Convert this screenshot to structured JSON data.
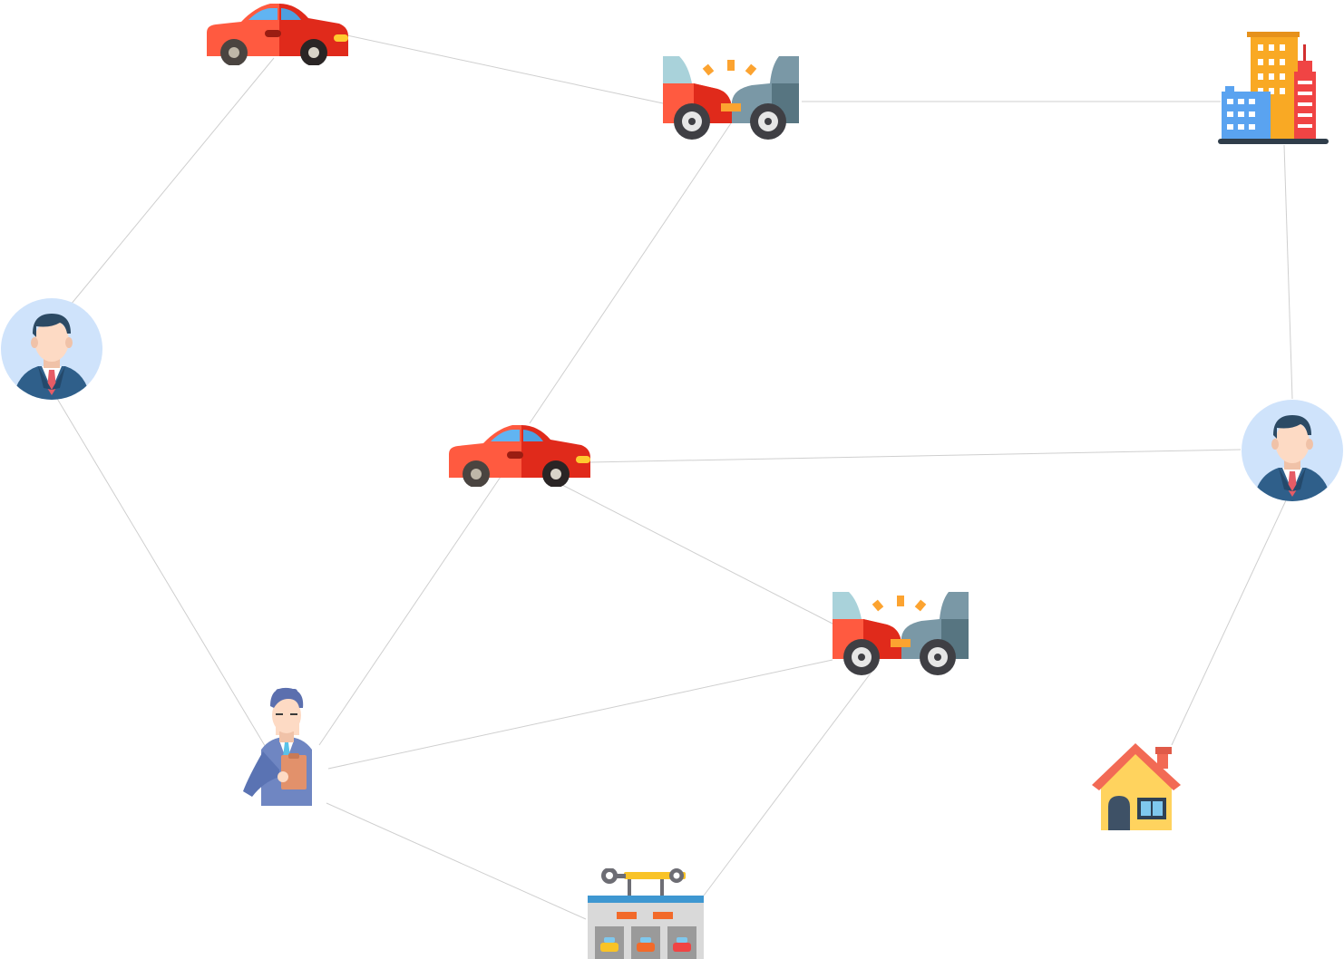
{
  "diagram": {
    "background": "#ffffff",
    "edge_color": "#cfcfcf",
    "nodes": [
      {
        "id": "car-top",
        "icon": "red-car-icon"
      },
      {
        "id": "crash-top",
        "icon": "car-crash-icon"
      },
      {
        "id": "buildings",
        "icon": "city-buildings-icon"
      },
      {
        "id": "person-left",
        "icon": "person-avatar-icon"
      },
      {
        "id": "car-middle",
        "icon": "red-car-icon"
      },
      {
        "id": "person-right",
        "icon": "person-avatar-icon"
      },
      {
        "id": "crash-bottom",
        "icon": "car-crash-icon"
      },
      {
        "id": "adjuster",
        "icon": "insurance-adjuster-icon"
      },
      {
        "id": "house",
        "icon": "house-icon"
      },
      {
        "id": "repair-shop",
        "icon": "auto-repair-shop-icon"
      }
    ],
    "edges": [
      [
        "car-top",
        "crash-top"
      ],
      [
        "car-top",
        "person-left"
      ],
      [
        "crash-top",
        "buildings"
      ],
      [
        "crash-top",
        "car-middle"
      ],
      [
        "buildings",
        "person-right"
      ],
      [
        "person-left",
        "adjuster"
      ],
      [
        "car-middle",
        "person-right"
      ],
      [
        "car-middle",
        "crash-bottom"
      ],
      [
        "car-middle",
        "adjuster"
      ],
      [
        "person-right",
        "house"
      ],
      [
        "crash-bottom",
        "adjuster"
      ],
      [
        "crash-bottom",
        "repair-shop"
      ],
      [
        "adjuster",
        "repair-shop"
      ]
    ],
    "colors": {
      "car_red": "#ff5a40",
      "car_dark_red": "#e02a1b",
      "window_blue": "#61b4f2",
      "tire_dark": "#3f3f44",
      "crash_gray": "#7a98a6",
      "crash_dark": "#577581",
      "spark_orange": "#fca330",
      "building_orange": "#f9a924",
      "building_blue": "#5aa3f0",
      "building_red": "#f04444",
      "avatar_bg": "#cfe3fb",
      "suit_blue": "#2f5f8a",
      "hair_dark": "#2c4a64",
      "skin": "#fddac4",
      "tie_red": "#e65c66",
      "adjuster_suit": "#6f86c2",
      "clipboard": "#e2916b",
      "house_roof": "#f26a55",
      "house_wall": "#ffd35e",
      "door_dark": "#3e5166",
      "shop_gray": "#d9d9d9",
      "shop_roof": "#3e97d1",
      "wrench_gray": "#6d6d74"
    }
  }
}
